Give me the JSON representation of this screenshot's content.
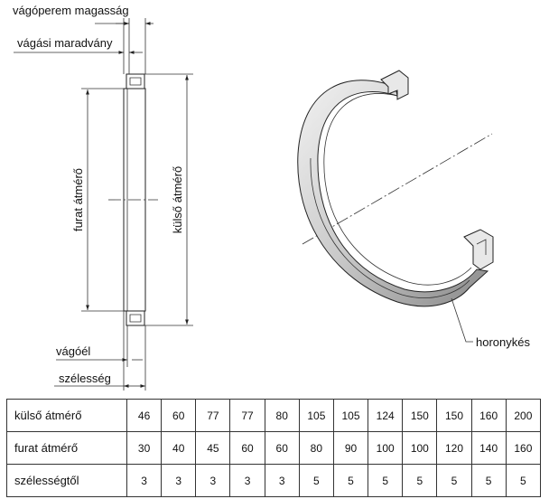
{
  "labels": {
    "cutting_lip_height": "vágóperem magasság",
    "cutting_allowance": "vágási maradvány",
    "bore_diameter": "furat átmérő",
    "outer_diameter": "külső átmérő",
    "cutting_edge": "vágóél",
    "width": "szélesség",
    "groove_knife": "horonykés"
  },
  "table": {
    "rows": [
      {
        "header": "külső átmérő",
        "values": [
          "46",
          "60",
          "77",
          "77",
          "80",
          "105",
          "105",
          "124",
          "150",
          "150",
          "160",
          "200"
        ]
      },
      {
        "header": "furat átmérő",
        "values": [
          "30",
          "40",
          "45",
          "60",
          "60",
          "80",
          "90",
          "100",
          "100",
          "120",
          "140",
          "160"
        ]
      },
      {
        "header": "szélességtől",
        "values": [
          "3",
          "3",
          "3",
          "3",
          "3",
          "5",
          "5",
          "5",
          "5",
          "5",
          "5",
          "5"
        ]
      }
    ]
  }
}
